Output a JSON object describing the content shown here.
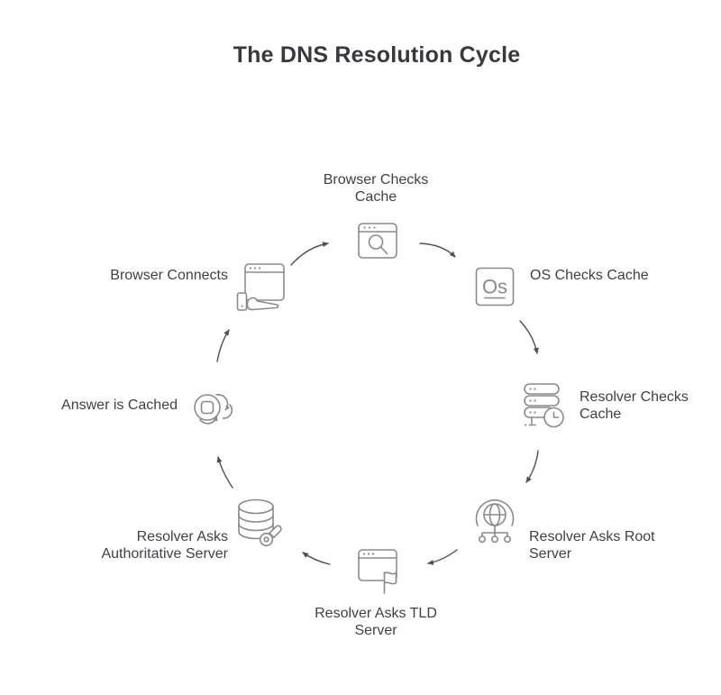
{
  "title": "The DNS Resolution Cycle",
  "colors": {
    "background": "#ffffff",
    "title_text": "#36393e",
    "label_text": "#3e4147",
    "icon_stroke": "#8a8a8a",
    "arrow_stroke": "#4f4f4f"
  },
  "nodes": [
    {
      "id": "browser-checks-cache",
      "lines": [
        "Browser Checks",
        "Cache"
      ],
      "icon": "browser-search-icon"
    },
    {
      "id": "os-checks-cache",
      "lines": [
        "OS Checks Cache"
      ],
      "icon": "os-box-icon",
      "icon_text": "Os"
    },
    {
      "id": "resolver-checks-cache",
      "lines": [
        "Resolver Checks",
        "Cache"
      ],
      "icon": "server-clock-icon"
    },
    {
      "id": "resolver-asks-root-server",
      "lines": [
        "Resolver Asks Root",
        "Server"
      ],
      "icon": "globe-network-icon"
    },
    {
      "id": "resolver-asks-tld-server",
      "lines": [
        "Resolver Asks TLD",
        "Server"
      ],
      "icon": "browser-flag-icon"
    },
    {
      "id": "resolver-asks-authoritative-server",
      "lines": [
        "Resolver Asks",
        "Authoritative Server"
      ],
      "icon": "database-key-icon"
    },
    {
      "id": "answer-is-cached",
      "lines": [
        "Answer is Cached"
      ],
      "icon": "cache-refresh-icon"
    },
    {
      "id": "browser-connects",
      "lines": [
        "Browser Connects"
      ],
      "icon": "browser-pointer-icon"
    }
  ],
  "flow_order": [
    "Browser Checks Cache",
    "OS Checks Cache",
    "Resolver Checks Cache",
    "Resolver Asks Root Server",
    "Resolver Asks TLD Server",
    "Resolver Asks Authoritative Server",
    "Answer is Cached",
    "Browser Connects"
  ]
}
